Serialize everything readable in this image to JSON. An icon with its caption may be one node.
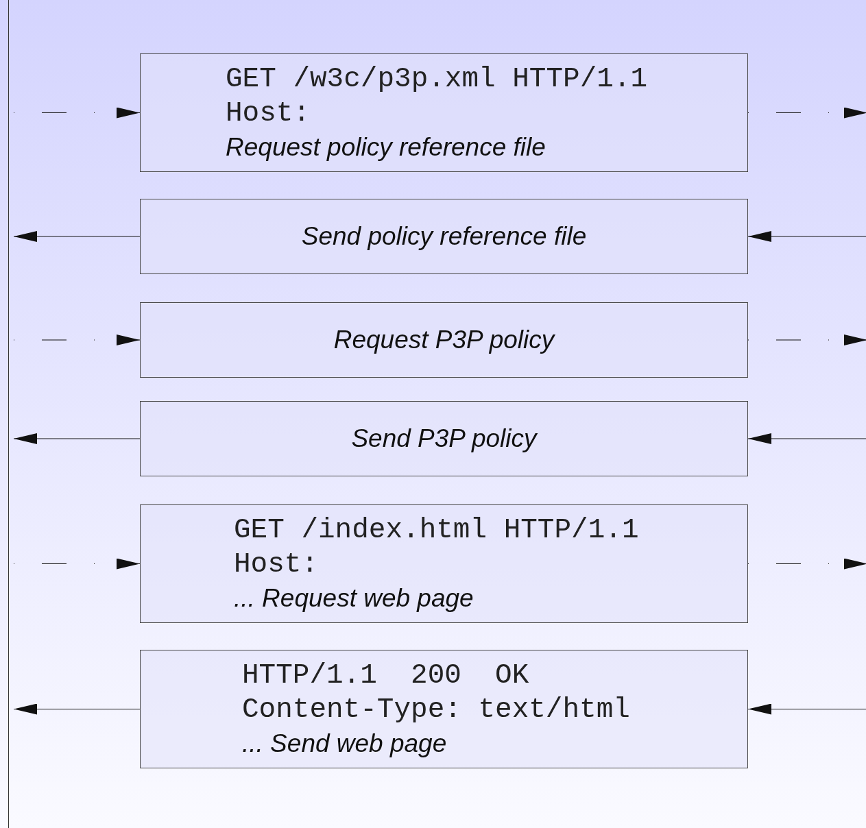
{
  "diagram": {
    "nodes": [
      {
        "text": [],
        "shape": "bar"
      },
      {
        "text": [
          "GET /w3c/p3p.xml HTTP/1.1",
          "Host:",
          "Request policy reference file"
        ]
      },
      {
        "text": [
          "Send policy reference file"
        ]
      },
      {
        "text": [
          "Request P3P policy"
        ]
      },
      {
        "text": [
          "Send P3P policy"
        ]
      },
      {
        "text": [
          "GET /index.html HTTP/1.1",
          "Host:",
          "... Request web page"
        ]
      },
      {
        "text": [
          "HTTP/1.1  200  OK",
          "Content-Type: text/html",
          "... Send web page"
        ]
      }
    ],
    "edges": [
      {
        "from": 0,
        "to": 1,
        "arrow": "to",
        "style": "dashed"
      },
      {
        "from": 1,
        "to": null,
        "arrow": "to",
        "style": "dashed"
      },
      {
        "from": null,
        "to": 2,
        "arrow": "to"
      },
      {
        "from": 2,
        "to": 0,
        "arrow": "to"
      },
      {
        "from": 0,
        "to": 3,
        "arrow": "to",
        "style": "dashed"
      },
      {
        "from": 3,
        "to": null,
        "arrow": "to",
        "style": "dashed"
      },
      {
        "from": null,
        "to": 4,
        "arrow": "to"
      },
      {
        "from": 4,
        "to": 0,
        "arrow": "to"
      },
      {
        "from": 0,
        "to": 5,
        "arrow": "to",
        "style": "dashed"
      },
      {
        "from": 5,
        "to": null,
        "arrow": "to",
        "style": "dashed"
      },
      {
        "from": null,
        "to": 6,
        "arrow": "to"
      },
      {
        "from": 6,
        "to": 0,
        "arrow": "to"
      }
    ]
  }
}
